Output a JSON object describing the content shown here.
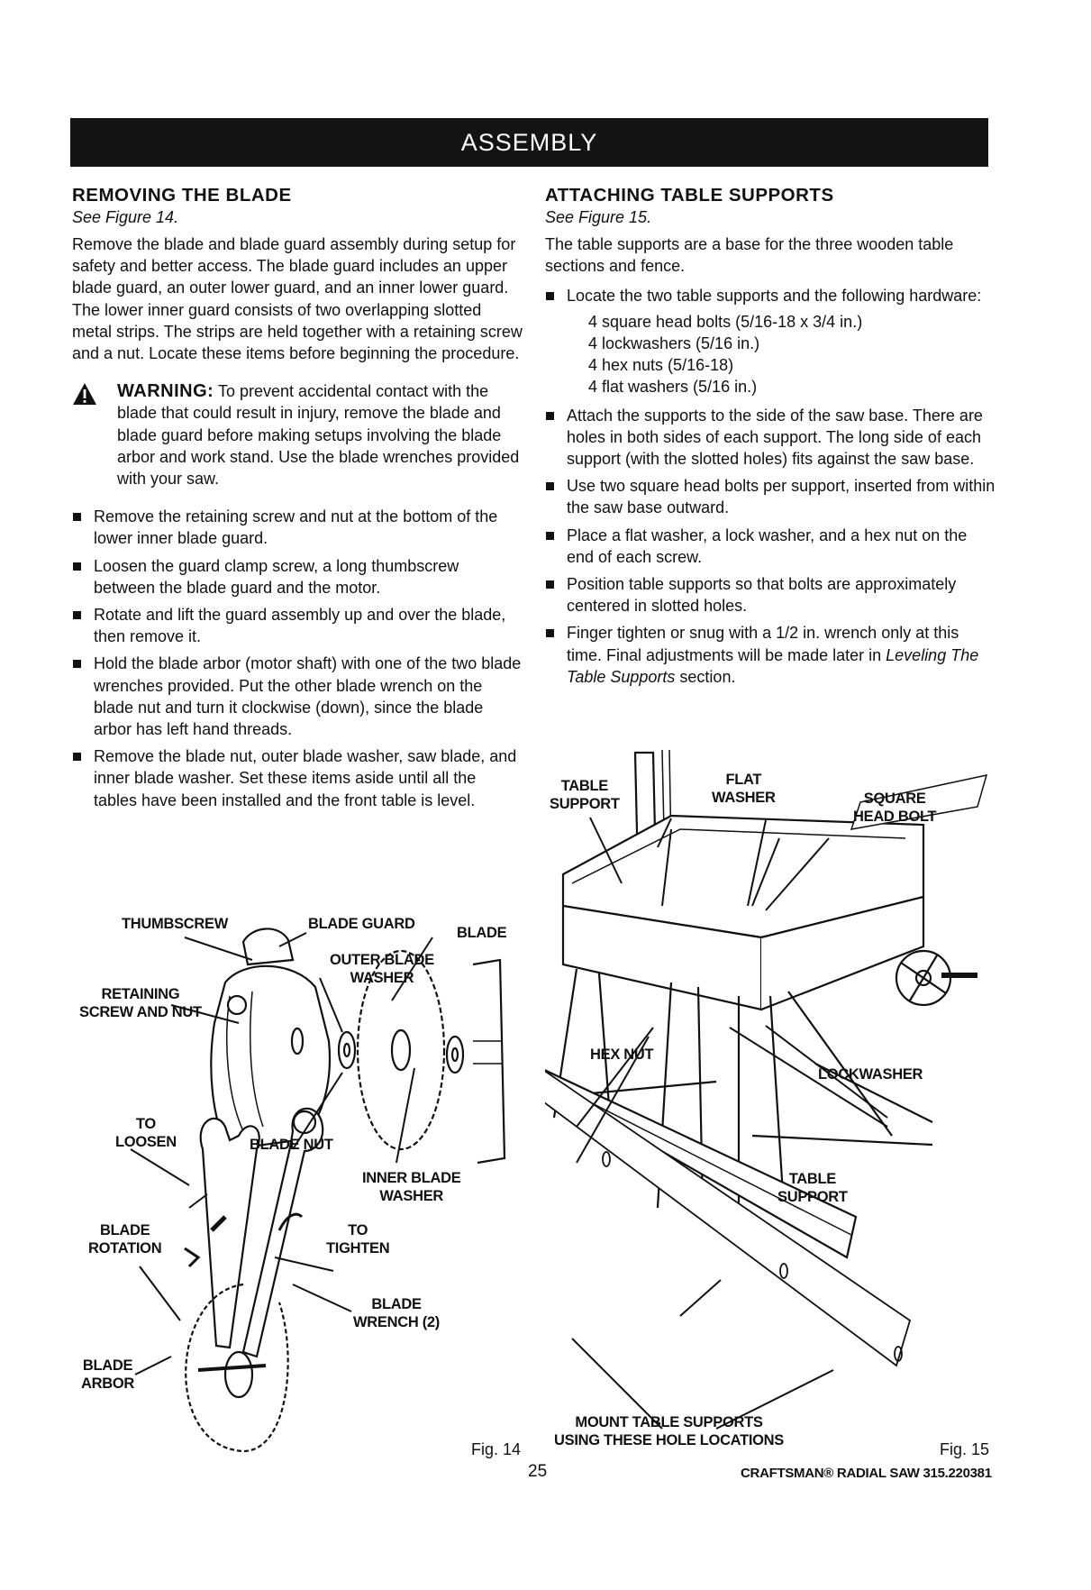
{
  "header": {
    "title": "ASSEMBLY"
  },
  "left": {
    "heading": "REMOVING THE BLADE",
    "figure_ref": "See Figure 14.",
    "intro": "Remove the blade and blade guard assembly during setup for safety and better access. The blade guard includes an upper blade guard, an outer lower guard, and an inner lower guard. The lower inner guard consists of two overlapping slotted metal strips. The strips are held together with a retaining screw and a nut. Locate these items before beginning the procedure.",
    "warning_label": "WARNING:",
    "warning_text": " To prevent accidental contact with the blade that could result in injury, remove the blade and blade guard before making setups involving the blade arbor and work stand. Use the blade wrenches provided with your saw.",
    "steps": [
      "Remove the retaining screw and nut at the bottom of the lower inner blade guard.",
      "Loosen the guard clamp screw, a long thumbscrew between the blade guard and the motor.",
      "Rotate and lift the guard assembly up and over the blade, then remove it.",
      "Hold the blade arbor (motor shaft) with one of the two blade wrenches provided. Put the other blade wrench on the blade nut and turn it clockwise (down), since the blade arbor has left hand threads.",
      "Remove the blade nut, outer blade washer, saw blade, and inner blade washer. Set these items aside until all the tables have been installed and the front table is level."
    ]
  },
  "right": {
    "heading": "ATTACHING TABLE SUPPORTS",
    "figure_ref": "See Figure 15.",
    "intro": "The table supports are a base for the three wooden table sections and fence.",
    "step1": "Locate the two table supports and the following hardware:",
    "hardware": [
      "4 square head bolts (5/16-18 x 3/4 in.)",
      "4 lockwashers (5/16 in.)",
      "4 hex nuts (5/16-18)",
      "4 flat washers (5/16 in.)"
    ],
    "steps": [
      "Attach the supports to the side of the saw base. There are holes in both sides of each support. The long side of each support (with the slotted holes) fits against the saw base.",
      "Use two square head bolts per support, inserted from within the saw base outward.",
      "Place a flat washer, a lock washer, and a hex nut on the end of each screw.",
      "Position table supports so that bolts are approximately centered in slotted holes."
    ],
    "last_step_a": "Finger tighten or snug with a 1/2 in. wrench only at this time. Final adjustments will be made later in ",
    "last_step_italic": "Leveling The Table Supports",
    "last_step_b": " section."
  },
  "fig14": {
    "label": "Fig. 14",
    "callouts": {
      "thumbscrew": "THUMBSCREW",
      "blade_guard": "BLADE GUARD",
      "blade": "BLADE",
      "outer_washer_1": "OUTER BLADE",
      "outer_washer_2": "WASHER",
      "retaining_1": "RETAINING",
      "retaining_2": "SCREW AND NUT",
      "to_loosen_1": "TO",
      "to_loosen_2": "LOOSEN",
      "blade_nut": "BLADE NUT",
      "inner_washer_1": "INNER BLADE",
      "inner_washer_2": "WASHER",
      "rotation_1": "BLADE",
      "rotation_2": "ROTATION",
      "to_tighten_1": "TO",
      "to_tighten_2": "TIGHTEN",
      "wrench_1": "BLADE",
      "wrench_2": "WRENCH (2)",
      "arbor_1": "BLADE",
      "arbor_2": "ARBOR"
    }
  },
  "fig15": {
    "label": "Fig. 15",
    "callouts": {
      "table_support_1": "TABLE",
      "table_support_2": "SUPPORT",
      "flat_washer_1": "FLAT",
      "flat_washer_2": "WASHER",
      "square_bolt_1": "SQUARE",
      "square_bolt_2": "HEAD BOLT",
      "hex_nut": "HEX NUT",
      "lockwasher": "LOCKWASHER",
      "table_support_b1": "TABLE",
      "table_support_b2": "SUPPORT",
      "mount_1": "MOUNT TABLE SUPPORTS",
      "mount_2": "USING THESE HOLE LOCATIONS"
    }
  },
  "footer": {
    "page_number": "25",
    "brand": "CRAFTSMAN® RADIAL SAW 315.220381"
  }
}
